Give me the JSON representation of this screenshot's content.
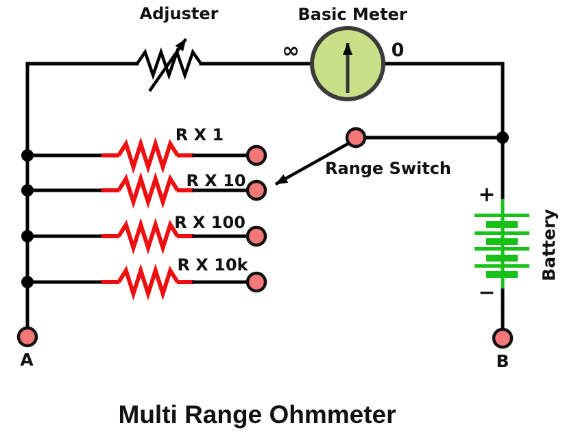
{
  "title": "Multi Range Ohmmeter",
  "labels": {
    "adjuster": "Adjuster",
    "basic_meter": "Basic Meter",
    "meter_infinity": "∞",
    "meter_zero": "0",
    "range_switch": "Range Switch",
    "battery": "Battery",
    "battery_plus": "+",
    "battery_minus": "−",
    "terminal_a": "A",
    "terminal_b": "B"
  },
  "resistors": [
    {
      "label": "R X 1"
    },
    {
      "label": "R X 10"
    },
    {
      "label": "R X 100"
    },
    {
      "label": "R X 10k"
    }
  ],
  "colors": {
    "wire": "#000000",
    "resistor-red": "#ee1010",
    "terminal-fill": "#f47878",
    "terminal-stroke": "#111111",
    "meter-fill": "#c8e087",
    "meter-stroke": "#3b3b3b",
    "meter-needle": "#333333",
    "battery-green": "#17c117",
    "label-color": "#111111"
  }
}
